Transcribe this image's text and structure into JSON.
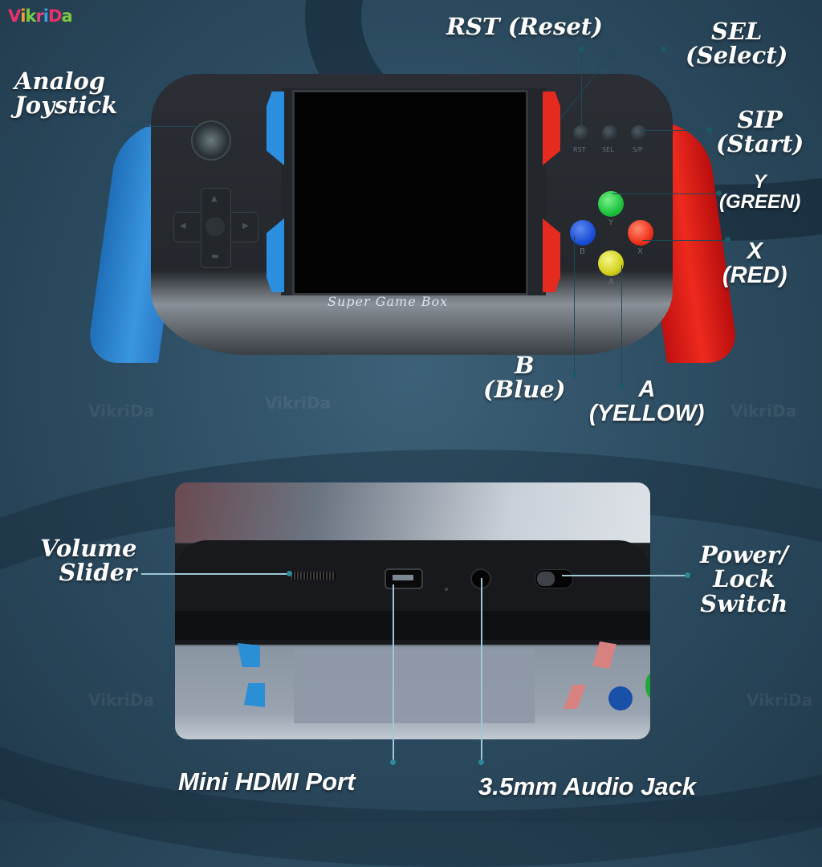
{
  "brand": {
    "logo_letters": [
      "V",
      "i",
      "k",
      "r",
      "i",
      "D",
      "a"
    ],
    "logo_colors": [
      "#e8306a",
      "#f0a030",
      "#7ac943",
      "#e84080",
      "#3aa0e0",
      "#e8306a",
      "#7ac943"
    ],
    "watermark": "VikriDa"
  },
  "console": {
    "model_text": "Super Game Box",
    "system_buttons": [
      {
        "id": "rst",
        "silk": "RST"
      },
      {
        "id": "sel",
        "silk": "SEL"
      },
      {
        "id": "sip",
        "silk": "S/P"
      }
    ],
    "face_buttons": [
      {
        "id": "y",
        "silk": "Y",
        "color": "#22d04a"
      },
      {
        "id": "b",
        "silk": "B",
        "color": "#1a4fd8"
      },
      {
        "id": "x",
        "silk": "X",
        "color": "#f0321a"
      },
      {
        "id": "a",
        "silk": "A",
        "color": "#d8d820"
      }
    ],
    "grip_left_color": "#2a8ee0",
    "grip_right_color": "#e8281c"
  },
  "labels": {
    "analog": {
      "line1": "Analog",
      "line2": "Joystick"
    },
    "rst": {
      "text": "RST (Reset)"
    },
    "sel": {
      "line1": "SEL",
      "line2": "(Select)"
    },
    "sip": {
      "line1": "SIP",
      "line2": "(Start)"
    },
    "y": {
      "line1": "Y",
      "line2": "(GREEN)"
    },
    "x": {
      "line1": "X",
      "line2": "(RED)"
    },
    "b": {
      "line1": "B",
      "line2": "(Blue)"
    },
    "a": {
      "line1": "A",
      "line2": "(YELLOW)"
    },
    "volume": {
      "line1": "Volume",
      "line2": "Slider"
    },
    "power": {
      "line1": "Power/",
      "line2": "Lock",
      "line3": "Switch"
    },
    "hdmi": {
      "text": "Mini HDMI Port"
    },
    "audio": {
      "text": "3.5mm Audio Jack"
    }
  }
}
